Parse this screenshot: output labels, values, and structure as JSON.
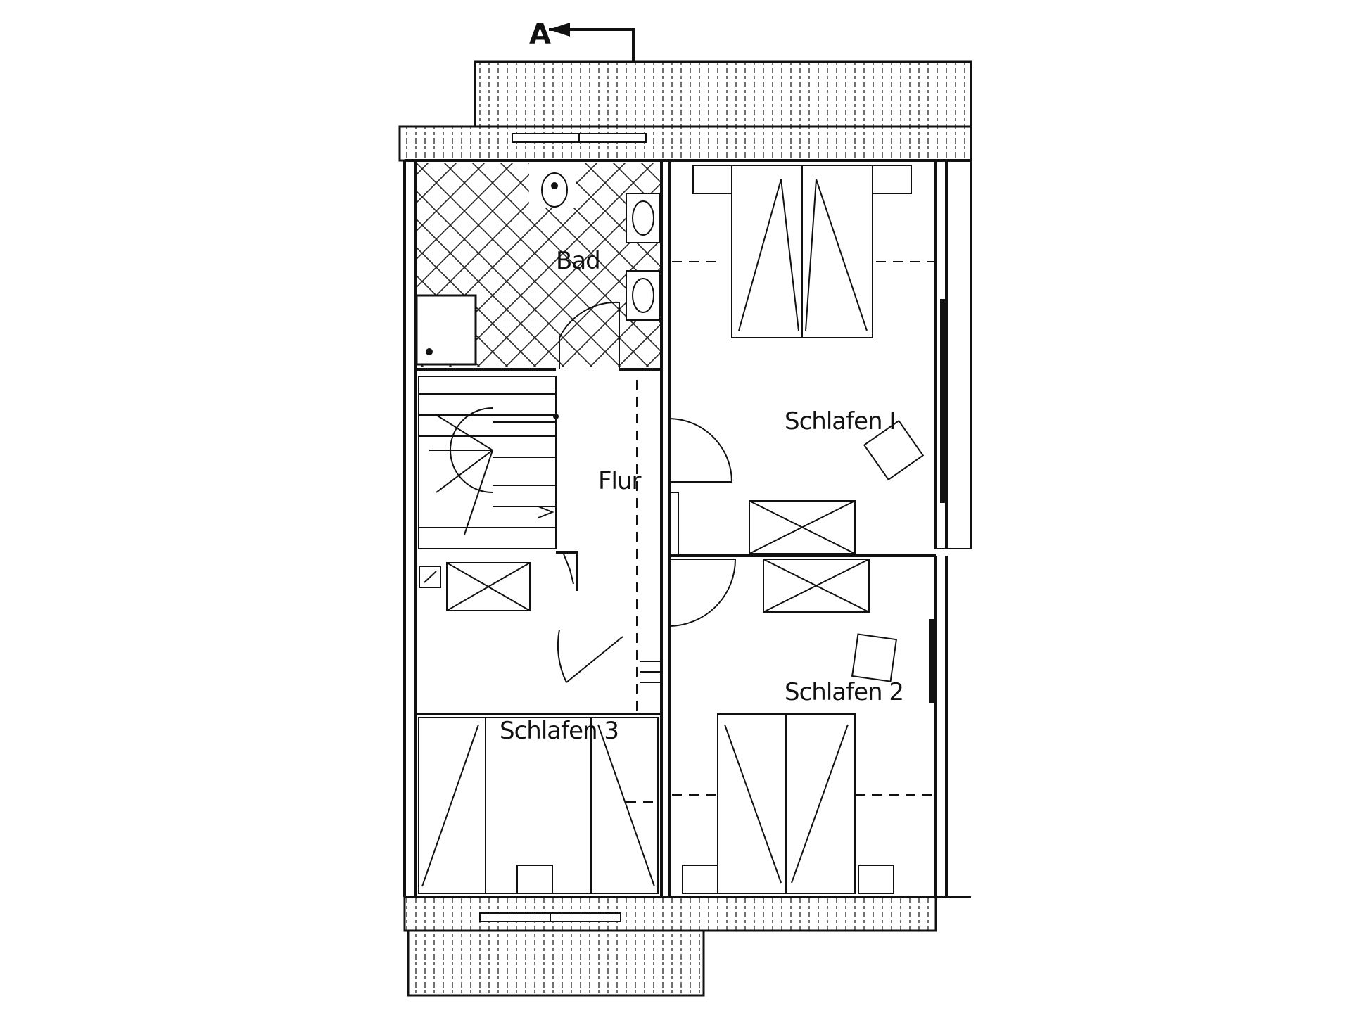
{
  "section_marker": "A",
  "rooms": {
    "bad": "Bad",
    "flur": "Flur",
    "schlafen1": "Schlafen I",
    "schlafen2": "Schlafen 2",
    "schlafen3": "Schlafen 3"
  }
}
